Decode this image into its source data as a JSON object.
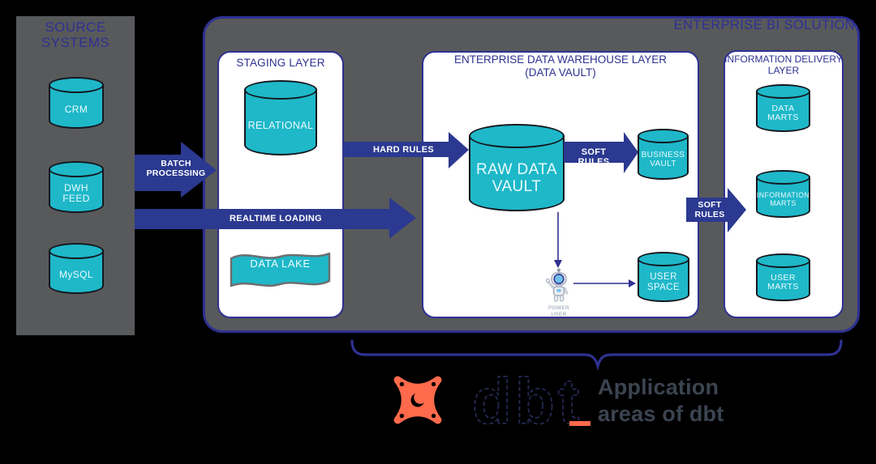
{
  "diagram": {
    "source_systems": {
      "title": "SOURCE SYSTEMS",
      "cylinders": [
        "CRM",
        "DWH FEED",
        "MySQL"
      ]
    },
    "bi_solution_title": "ENTERPRISE BI SOLUTION",
    "staging_layer": {
      "title": "STAGING LAYER",
      "relational_label": "RELATIONAL",
      "data_lake_label": "DATA LAKE"
    },
    "edw_layer": {
      "title": "ENTERPRISE DATA WAREHOUSE LAYER",
      "subtitle": "(DATA VAULT)",
      "raw_data_vault": "RAW DATA VAULT",
      "business_vault": "BUSINESS VAULT",
      "user_space": "USER SPACE",
      "power_user": "POWER USER"
    },
    "info_delivery_layer": {
      "title": "INFORMATION DELIVERY LAYER",
      "data_marts": "DATA MARTS",
      "information_marts": "INFORMATION MARTS",
      "user_marts": "USER MARTS"
    },
    "arrows": {
      "batch_processing": "BATCH PROCESSING",
      "realtime_loading": "REALTIME LOADING",
      "hard_rules": "HARD RULES",
      "soft_rules_1": "SOFT RULES",
      "soft_rules_2": "SOFT RULES"
    }
  },
  "branding": {
    "logo_word": "dbt",
    "underscore": "_",
    "caption": "Application areas of dbt"
  },
  "colors": {
    "teal": "#1EB8C9",
    "navy": "#2E3192",
    "arrow_navy": "#2B3990",
    "panel_gray": "#58595B",
    "dbt_orange": "#FF6A4C",
    "caption_slate": "#3B4450"
  }
}
